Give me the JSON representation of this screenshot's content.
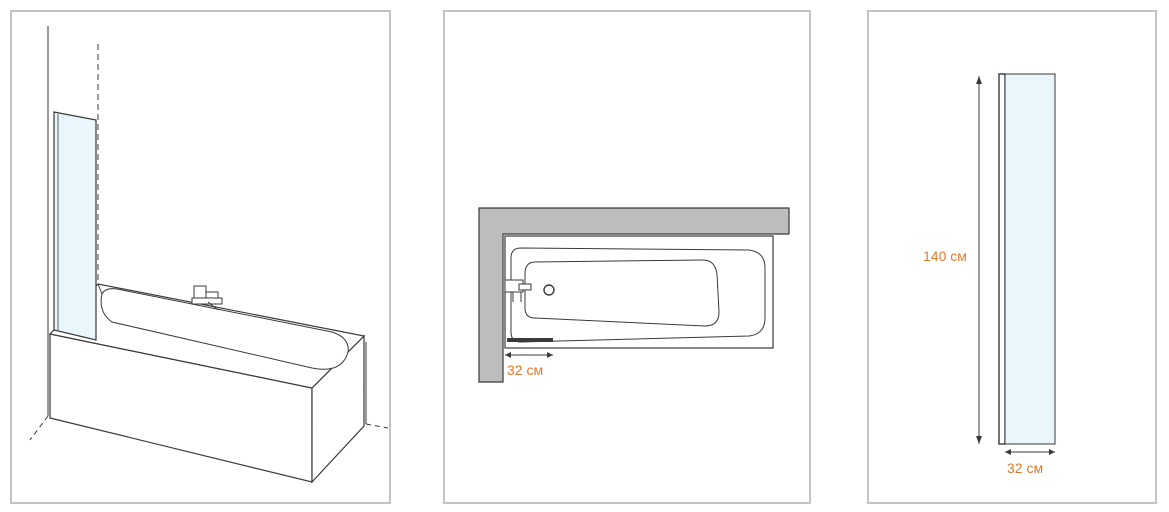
{
  "colors": {
    "line": "#3a3a3a",
    "wall": "#bdbdbd",
    "glass": "#e9f6fb",
    "dimension_text": "#e07a2a",
    "panel_border": "#c4c4c4"
  },
  "views": {
    "perspective": {},
    "top_view": {
      "offset_label": "32 см"
    },
    "front_view": {
      "height_label": "140 см",
      "width_label": "32 см"
    }
  }
}
